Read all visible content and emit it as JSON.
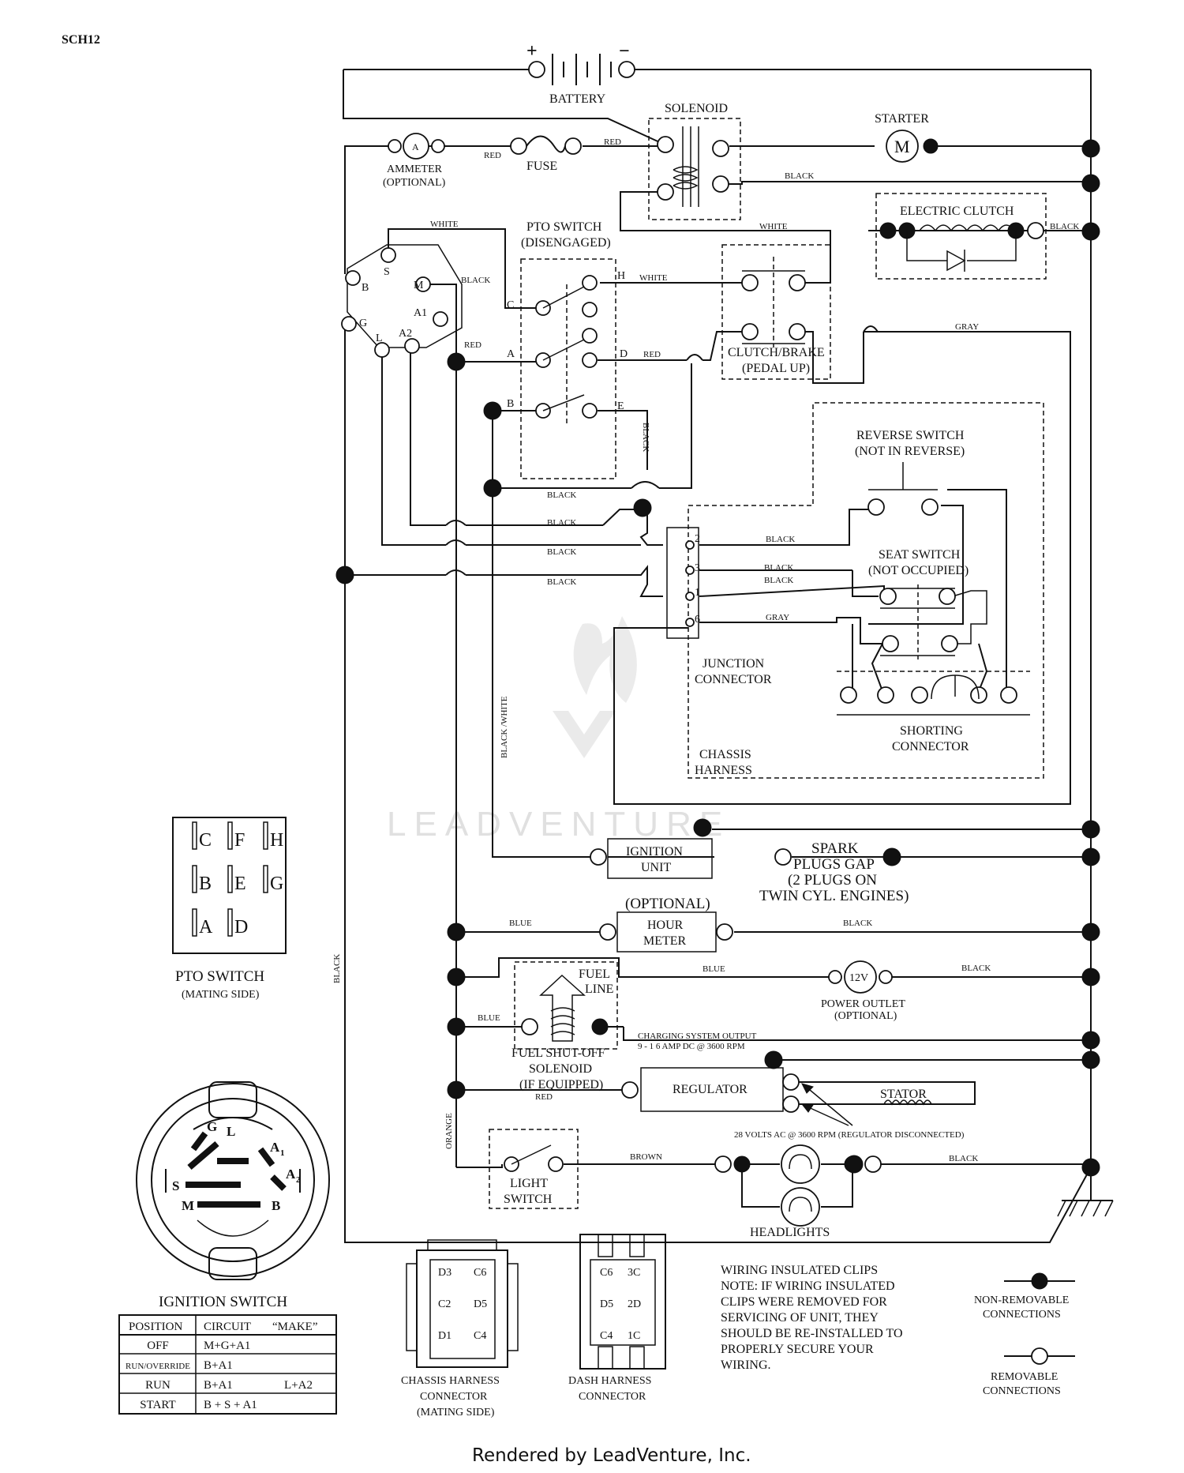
{
  "page": {
    "code": "SCH12",
    "footer": "Rendered by LeadVenture, Inc.",
    "watermark": "LEADVENTURE"
  },
  "components": {
    "battery": "BATTERY",
    "battery_plus": "+",
    "battery_minus": "−",
    "solenoid": "SOLENOID",
    "starter": "STARTER",
    "starter_symbol": "M",
    "ammeter_symbol": "A",
    "ammeter": [
      "AMMETER",
      "(OPTIONAL)"
    ],
    "fuse": "FUSE",
    "pto_switch": [
      "PTO SWITCH",
      "(DISENGAGED)"
    ],
    "electric_clutch": "ELECTRIC CLUTCH",
    "clutch_brake": [
      "CLUTCH/BRAKE",
      "(PEDAL UP)"
    ],
    "reverse_switch": [
      "REVERSE SWITCH",
      "(NOT IN REVERSE)"
    ],
    "seat_switch": [
      "SEAT SWITCH",
      "(NOT OCCUPIED)"
    ],
    "junction_connector": [
      "JUNCTION",
      "CONNECTOR"
    ],
    "shorting_connector": [
      "SHORTING",
      "CONNECTOR"
    ],
    "chassis_harness": [
      "CHASSIS",
      "HARNESS"
    ],
    "ignition_unit": [
      "IGNITION",
      "UNIT"
    ],
    "spark_plugs": [
      "SPARK",
      "PLUGS GAP",
      "(2 PLUGS ON",
      "TWIN CYL. ENGINES)"
    ],
    "hour_meter": [
      "(OPTIONAL)",
      "HOUR",
      "METER"
    ],
    "power_outlet_symbol": "12V",
    "power_outlet": [
      "POWER OUTLET",
      "(OPTIONAL)"
    ],
    "fuel_line": [
      "FUEL",
      "LINE"
    ],
    "fuel_solenoid": [
      "FUEL SHUT-OFF",
      "SOLENOID",
      "(IF EQUIPPED)"
    ],
    "charging": [
      "CHARGING SYSTEM OUTPUT",
      "9 - 1 6 AMP DC @ 3600 RPM"
    ],
    "regulator": "REGULATOR",
    "stator": "STATOR",
    "stator_note": "28 VOLTS AC @ 3600 RPM (REGULATOR DISCONNECTED)",
    "light_switch": [
      "LIGHT",
      "SWITCH"
    ],
    "headlights": "HEADLIGHTS"
  },
  "ignition_terminals": {
    "b": "B",
    "s": "S",
    "m": "M",
    "a1": "A1",
    "g": "G",
    "l": "L",
    "a2": "A2"
  },
  "pto_terminals": {
    "h": "H",
    "c": "C",
    "a": "A",
    "d": "D",
    "b": "B",
    "e": "E"
  },
  "junction_pins": {
    "p2": "2",
    "p3": "3",
    "p1": "1",
    "p6": "6"
  },
  "wire_colors": {
    "red": "RED",
    "black": "BLACK",
    "white": "WHITE",
    "gray": "GRAY",
    "blue": "BLUE",
    "brown": "BROWN",
    "orange": "ORANGE",
    "black_white": "BLACK /WHITE"
  },
  "pto_mating": {
    "grid": [
      [
        "C",
        "F",
        "H"
      ],
      [
        "B",
        "E",
        "G"
      ],
      [
        "A",
        "D"
      ]
    ],
    "title": "PTO SWITCH",
    "subtitle": "(MATING SIDE)"
  },
  "ignition_switch": {
    "title": "IGNITION SWITCH",
    "face": {
      "g": "G",
      "l": "L",
      "a1": "A",
      "a1_sub": "1",
      "s": "S",
      "a2": "A",
      "a2_sub": "2",
      "m": "M",
      "b": "B"
    },
    "table": {
      "headers": [
        "POSITION",
        "CIRCUIT",
        "“MAKE”"
      ],
      "rows": [
        [
          "OFF",
          "M+G+A1",
          ""
        ],
        [
          "RUN/OVERRIDE",
          "B+A1",
          ""
        ],
        [
          "RUN",
          "B+A1",
          "L+A2"
        ],
        [
          "START",
          "B + S + A1",
          ""
        ]
      ]
    }
  },
  "chassis_connector": {
    "pins_left": [
      "D3",
      "C2",
      "D1"
    ],
    "pins_right": [
      "C6",
      "D5",
      "C4"
    ],
    "label": [
      "CHASSIS HARNESS",
      "CONNECTOR",
      "(MATING SIDE)"
    ]
  },
  "dash_connector": {
    "pins_left": [
      "C6",
      "D5",
      "C4"
    ],
    "pins_right": [
      "3C",
      "2D",
      "1C"
    ],
    "label": [
      "DASH HARNESS",
      "CONNECTOR"
    ]
  },
  "notes": {
    "clips": [
      "WIRING INSULATED CLIPS",
      "NOTE:  IF WIRING INSULATED",
      "CLIPS WERE REMOVED FOR",
      "SERVICING OF UNIT, THEY",
      "SHOULD BE RE-INSTALLED TO",
      "PROPERLY SECURE YOUR",
      "WIRING."
    ],
    "legend_nonremovable": [
      "NON-REMOVABLE",
      "CONNECTIONS"
    ],
    "legend_removable": [
      "REMOVABLE",
      "CONNECTIONS"
    ]
  }
}
